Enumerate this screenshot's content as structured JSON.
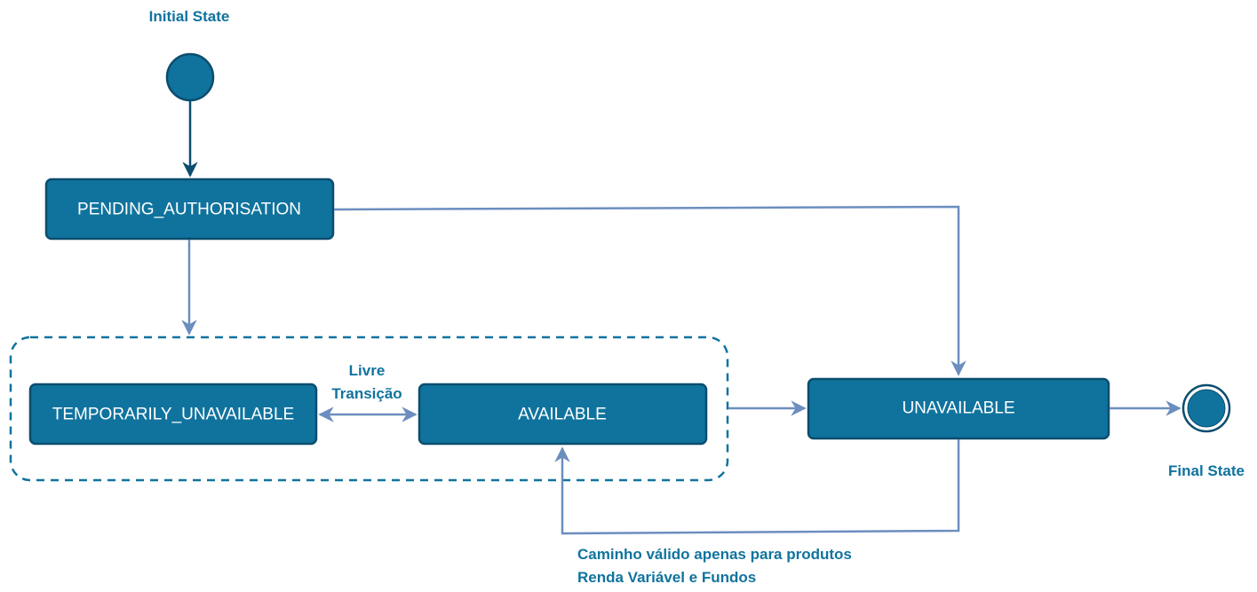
{
  "labels": {
    "initial_state": "Initial State",
    "final_state": "Final State",
    "free_transition_line1": "Livre",
    "free_transition_line2": "Transição",
    "note_line1": "Caminho válido apenas para produtos",
    "note_line2": "Renda Variável e Fundos"
  },
  "states": {
    "pending_authorisation": "PENDING_AUTHORISATION",
    "temporarily_unavailable": "TEMPORARILY_UNAVAILABLE",
    "available": "AVAILABLE",
    "unavailable": "UNAVAILABLE"
  },
  "colors": {
    "state_fill": "#10739e",
    "state_stroke": "#0b4d6e",
    "edge": "#6c8ebf",
    "label_text": "#10739e"
  }
}
